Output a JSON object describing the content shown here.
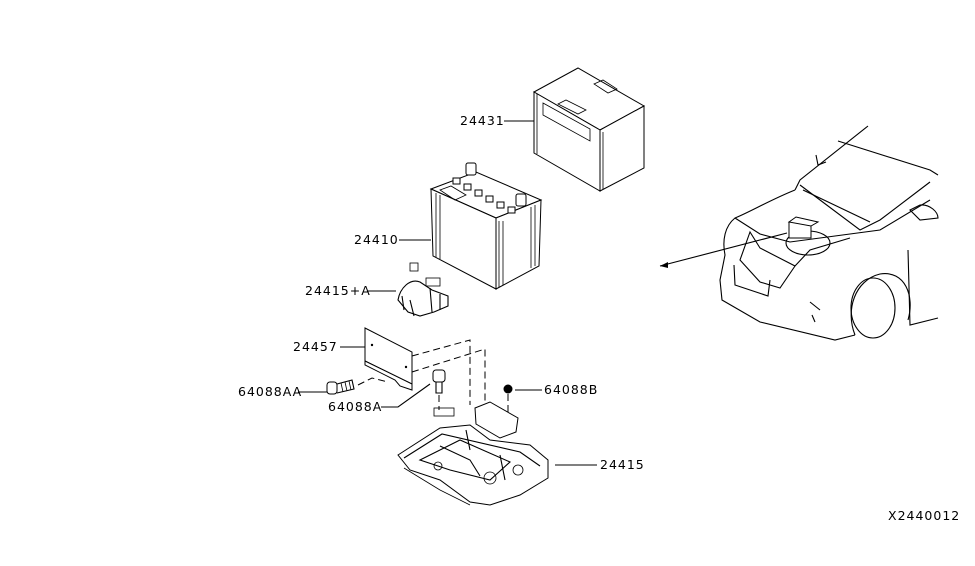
{
  "diagram": {
    "illustration_id": "X2440012",
    "callouts": [
      {
        "part_number": "24431",
        "target": "battery-insulator-cover"
      },
      {
        "part_number": "24410",
        "target": "battery"
      },
      {
        "part_number": "24415+A",
        "target": "battery-frame"
      },
      {
        "part_number": "24457",
        "target": "battery-bracket-plate"
      },
      {
        "part_number": "64088AA",
        "target": "bolt"
      },
      {
        "part_number": "64088A",
        "target": "bolt"
      },
      {
        "part_number": "64088B",
        "target": "nut"
      },
      {
        "part_number": "24415",
        "target": "battery-tray"
      }
    ],
    "colors": {
      "line": "#000000",
      "background": "#ffffff"
    }
  }
}
